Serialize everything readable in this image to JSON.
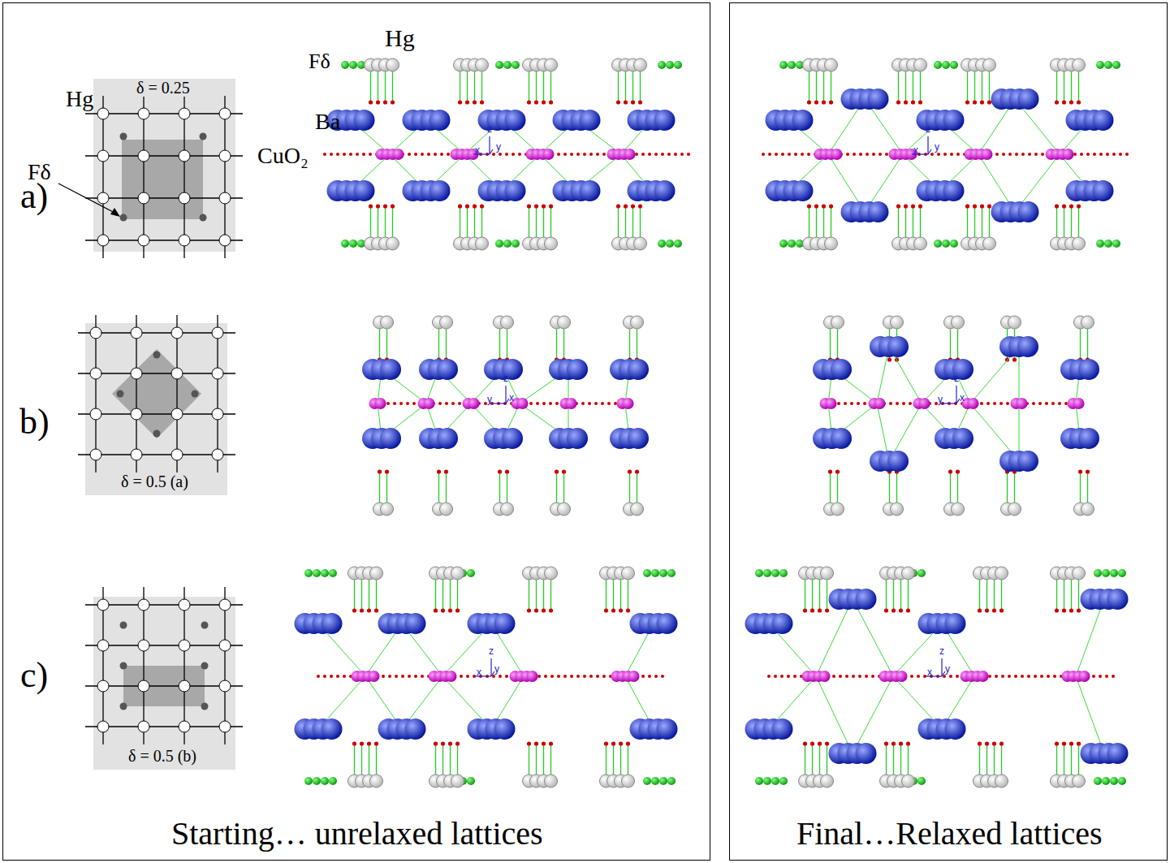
{
  "diagram": {
    "nodes": [
      {
        "text": [
          "Starting… unrelaxed lattices"
        ]
      },
      {
        "text": [
          "Final…Relaxed lattices"
        ]
      },
      {
        "text": [
          "δ = 0.25"
        ],
        "in": 0
      },
      {
        "text": [
          "δ = 0.5 (a)"
        ],
        "in": 0
      },
      {
        "text": [
          "δ = 0.5 (b)"
        ],
        "in": 0
      }
    ],
    "labels": [
      "Hg",
      "Fδ",
      "Hg",
      "Ba",
      "CuO₂",
      "Fδ",
      "a)",
      "z",
      "x",
      "y",
      "z",
      "x",
      "y",
      "b)",
      "z",
      "y",
      "x",
      "z",
      "y",
      "x",
      "c)",
      "z",
      "x",
      "y",
      "z",
      "x",
      "y"
    ]
  }
}
